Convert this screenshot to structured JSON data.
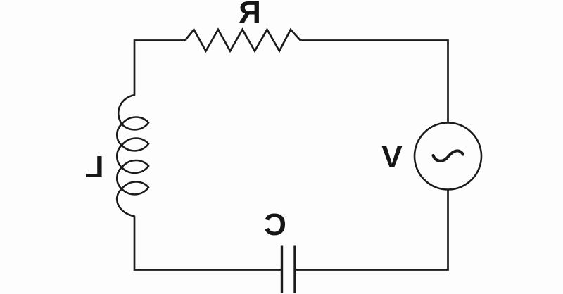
{
  "diagram": {
    "kind": "series RLC circuit with AC voltage source",
    "labels_mirrored": true,
    "background_color": "#fdfdfd",
    "line_color": "#1b1b1b",
    "text_color": "#161616"
  },
  "components": {
    "resistor": {
      "label": "R",
      "symbol": "resistor-zigzag-icon",
      "side": "top"
    },
    "inductor": {
      "label": "L",
      "symbol": "inductor-coil-icon",
      "side": "left",
      "loops": 4
    },
    "capacitor": {
      "label": "C",
      "symbol": "capacitor-parallel-plates-icon",
      "side": "bottom"
    },
    "source": {
      "label": "V",
      "symbol": "ac-source-sine-circle-icon",
      "side": "right"
    }
  }
}
